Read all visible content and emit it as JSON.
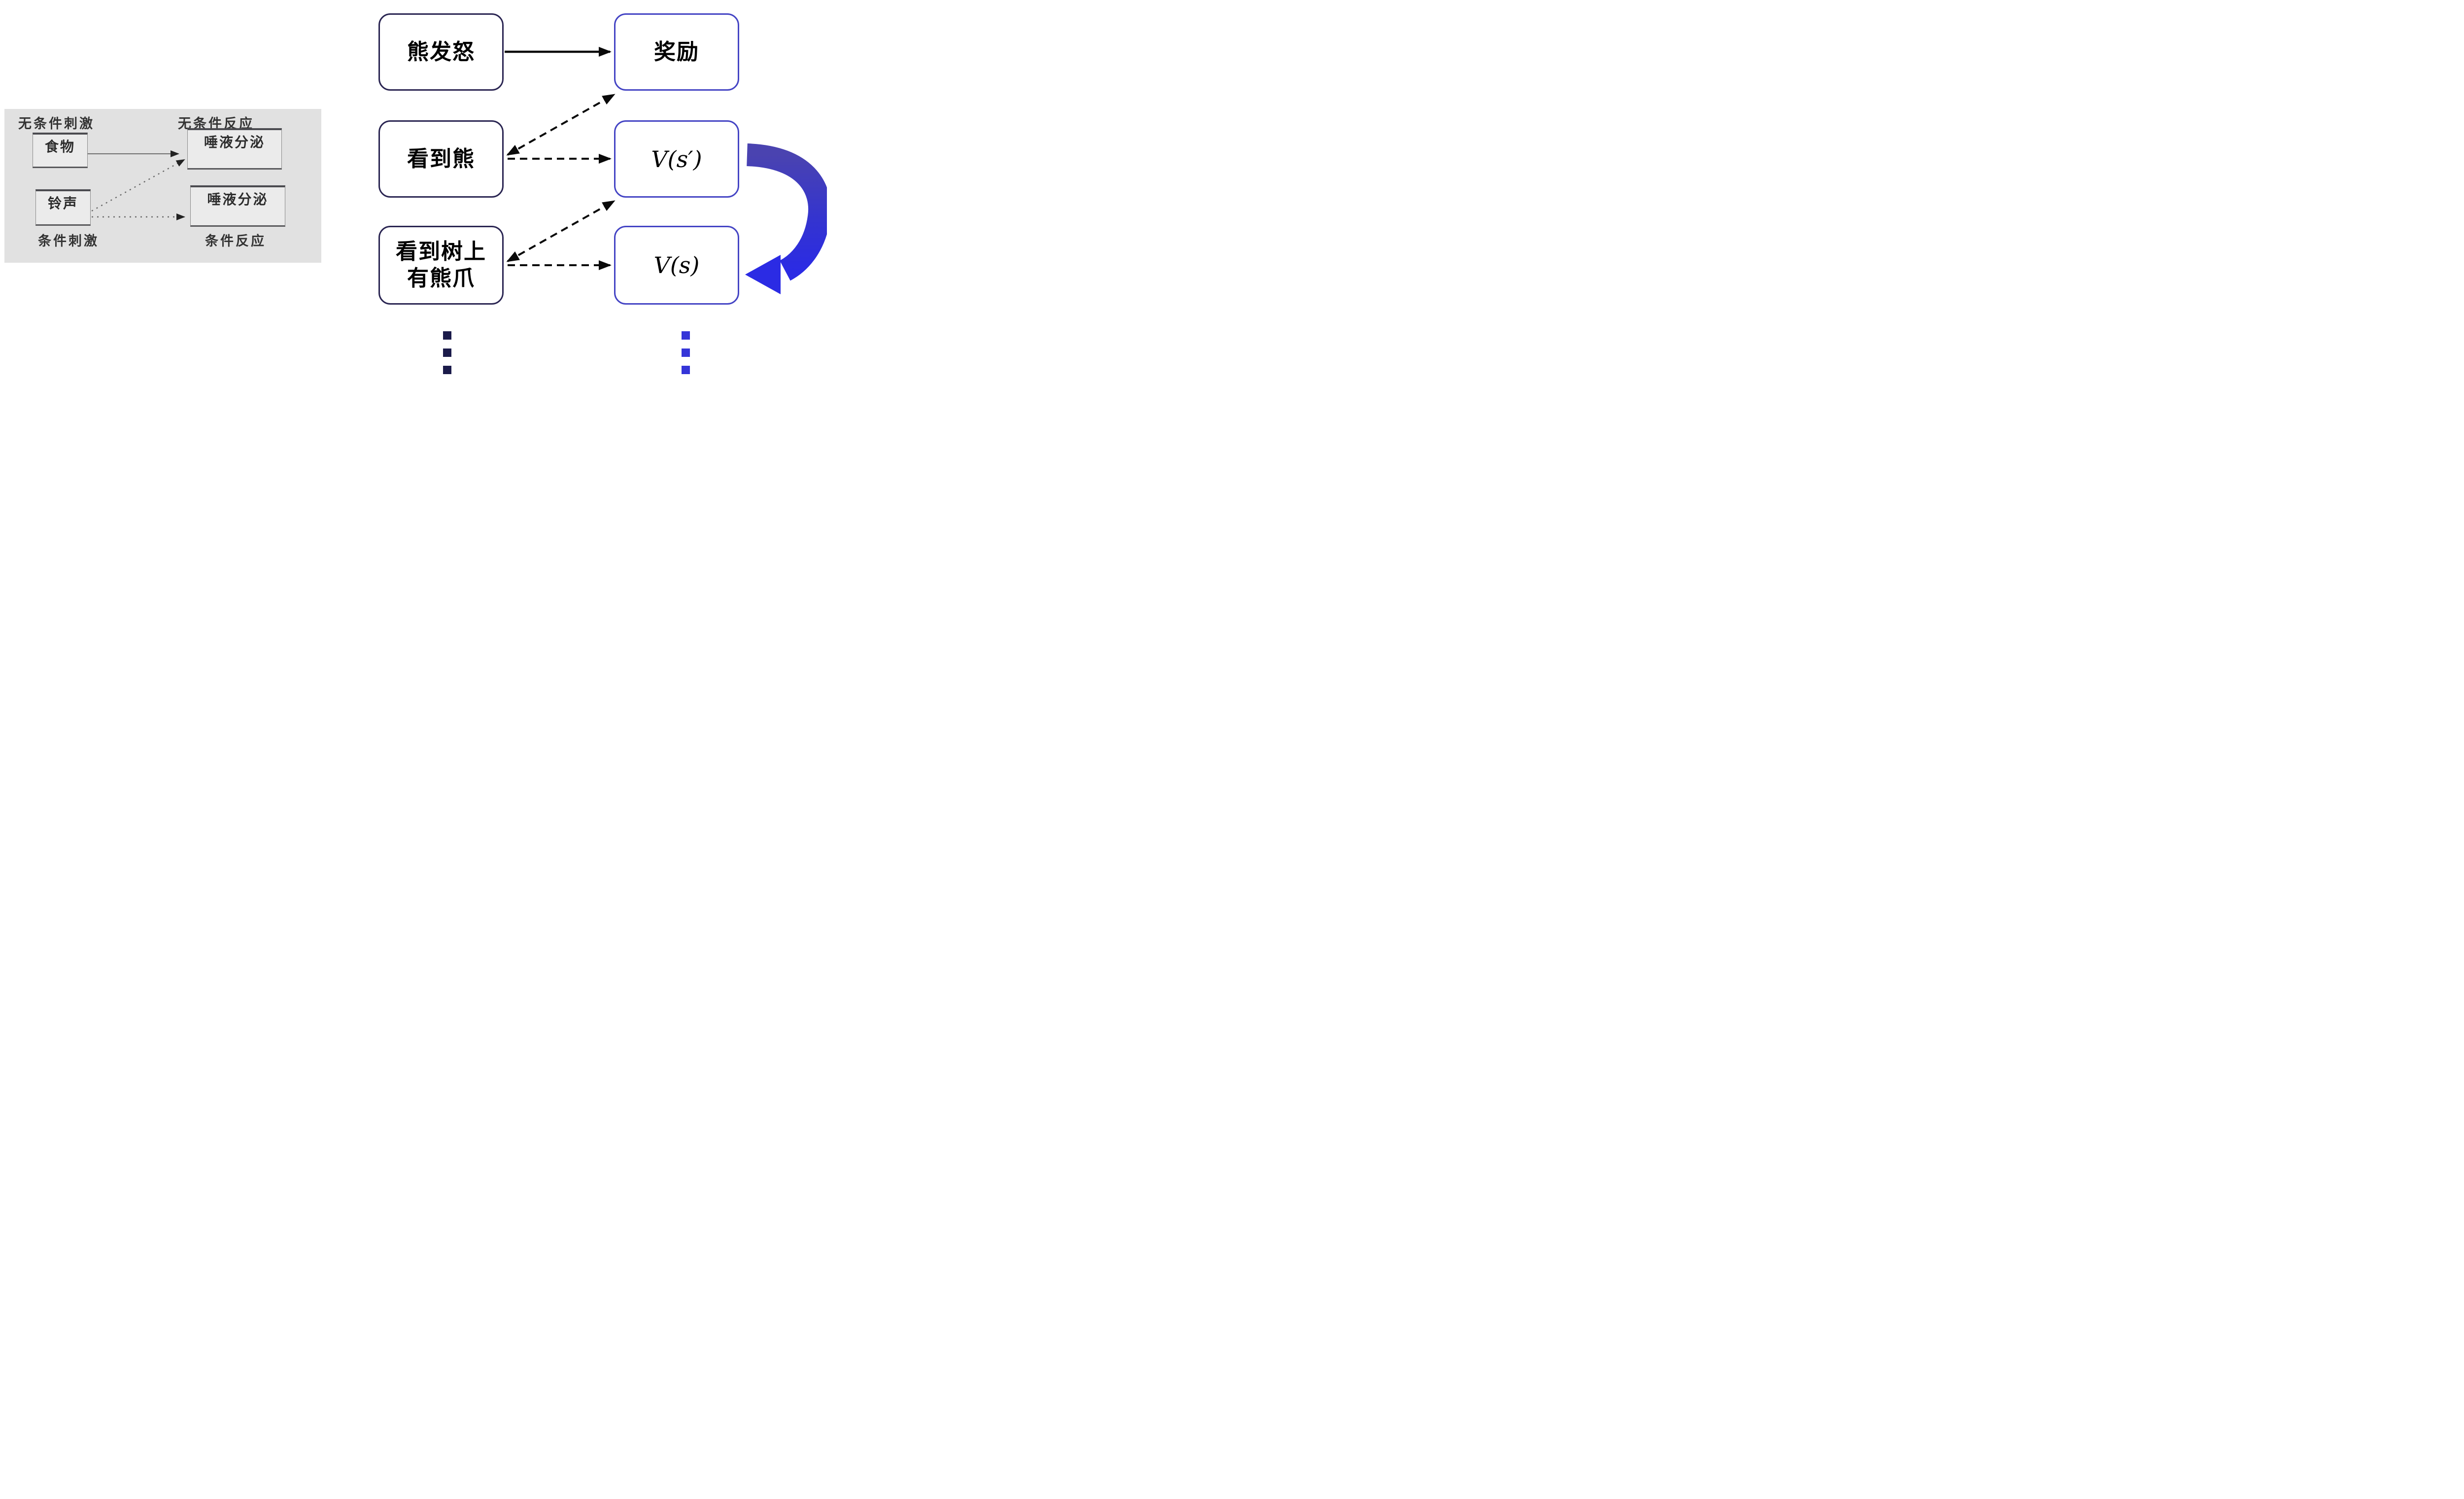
{
  "figure": {
    "left_panel": {
      "label_ucs": "无条件刺激",
      "label_ucr": "无条件反应",
      "label_cs": "条件刺激",
      "label_cr": "条件反应",
      "box_food": "食物",
      "box_bell": "铃声",
      "box_salivation_top": "唾液分泌",
      "box_salivation_bottom": "唾液分泌"
    },
    "td": {
      "stimuli": [
        {
          "label": "熊发怒"
        },
        {
          "label": "看到熊"
        },
        {
          "label": "看到树上\n有熊爪"
        }
      ],
      "values": [
        {
          "label": "奖励"
        },
        {
          "label": "V(s′)"
        },
        {
          "label": "V(s)"
        }
      ]
    },
    "edges": [
      {
        "from": "食物",
        "to": "唾液分泌",
        "style": "solid"
      },
      {
        "from": "铃声",
        "to": "唾液分泌(上)",
        "style": "dotted"
      },
      {
        "from": "铃声",
        "to": "唾液分泌(下)",
        "style": "dotted"
      },
      {
        "from": "熊发怒",
        "to": "奖励",
        "style": "solid"
      },
      {
        "from": "看到熊",
        "to": "奖励",
        "style": "dashed-bidirectional"
      },
      {
        "from": "看到熊",
        "to": "V(s′)",
        "style": "dashed"
      },
      {
        "from": "看到树上有熊爪",
        "to": "V(s′)",
        "style": "dashed-bidirectional"
      },
      {
        "from": "看到树上有熊爪",
        "to": "V(s)",
        "style": "dashed"
      }
    ],
    "colors": {
      "panel_bg": "#e1e1e1",
      "panel_box_bg": "#ebebeb",
      "stimulus_border": "#2a2552",
      "value_border": "#4444c4",
      "arrow_black": "#0a0a0a",
      "ribbon_dark": "#4a43b0",
      "ribbon_bright": "#2b2be4",
      "dots_left": "#1b1b4a",
      "dots_right": "#3535d8"
    }
  }
}
